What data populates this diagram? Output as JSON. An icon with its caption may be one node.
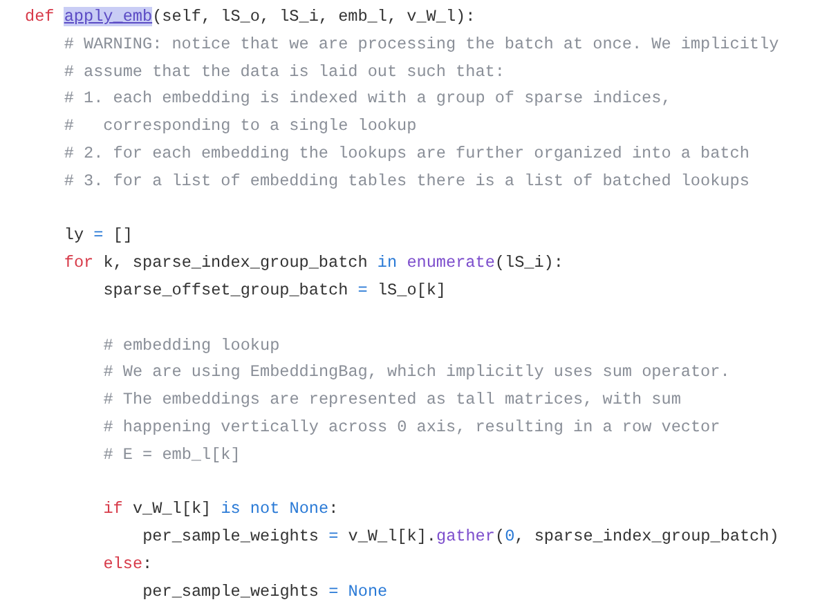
{
  "diagram": {
    "labels": [
      "def apply_emb(self, lS_o, lS_i, emb_l, v_W_l):",
      "# WARNING: notice that we are processing the batch at once. We implicitly",
      "# assume that the data is laid out such that:",
      "# 1. each embedding is indexed with a group of sparse indices,",
      "#   corresponding to a single lookup",
      "# 2. for each embedding the lookups are further organized into a batch",
      "# 3. for a list of embedding tables there is a list of batched lookups",
      "ly = []",
      "for k, sparse_index_group_batch in enumerate(lS_i):",
      "sparse_offset_group_batch = lS_o[k]",
      "# embedding lookup",
      "# We are using EmbeddingBag, which implicitly uses sum operator.",
      "# The embeddings are represented as tall matrices, with sum",
      "# happening vertically across 0 axis, resulting in a row vector",
      "# E = emb_l[k]",
      "if v_W_l[k] is not None:",
      "per_sample_weights = v_W_l[k].gather(0, sparse_index_group_batch)",
      "else:",
      "per_sample_weights = None"
    ]
  }
}
